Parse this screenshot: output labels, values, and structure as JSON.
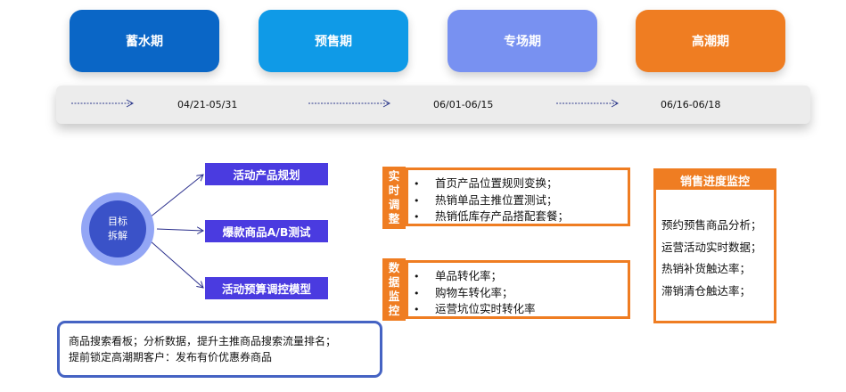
{
  "phases": [
    "蓄水期",
    "预售期",
    "专场期",
    "高潮期"
  ],
  "dates": [
    "04/21-05/31",
    "06/01-06/15",
    "06/16-06/18"
  ],
  "goal": {
    "label": "目标拆解"
  },
  "branches": [
    "活动产品规划",
    "爆款商品A/B测试",
    "活动预算调控模型"
  ],
  "note": {
    "line1": "商品搜索看板；分析数据，提升主推商品搜索流量排名；",
    "line2": "提前锁定高潮期客户：发布有价优惠券商品"
  },
  "realtime_adjust": {
    "tag": [
      "实",
      "时",
      "调",
      "整"
    ],
    "bullet": "•",
    "items": [
      "首页产品位置规则变换；",
      "热销单品主推位置测试；",
      "热销低库存产品搭配套餐；"
    ]
  },
  "data_monitor": {
    "tag": [
      "数",
      "据",
      "监",
      "控"
    ],
    "bullet": "•",
    "items": [
      "单品转化率；",
      "购物车转化率；",
      "运营坑位实时转化率"
    ]
  },
  "sales_monitor": {
    "title": "销售进度监控",
    "items": [
      "预约预售商品分析；",
      "运营活动实时数据；",
      "热销补货触达率；",
      "滞销清仓触达率；"
    ]
  },
  "colors": {
    "phase1": "#0a66c6",
    "phase2": "#0f9ae7",
    "phase3": "#7891f1",
    "phase4": "#ef7d22",
    "branch": "#4a3be0",
    "orange": "#ef7d22",
    "note_border": "#4563c3"
  }
}
